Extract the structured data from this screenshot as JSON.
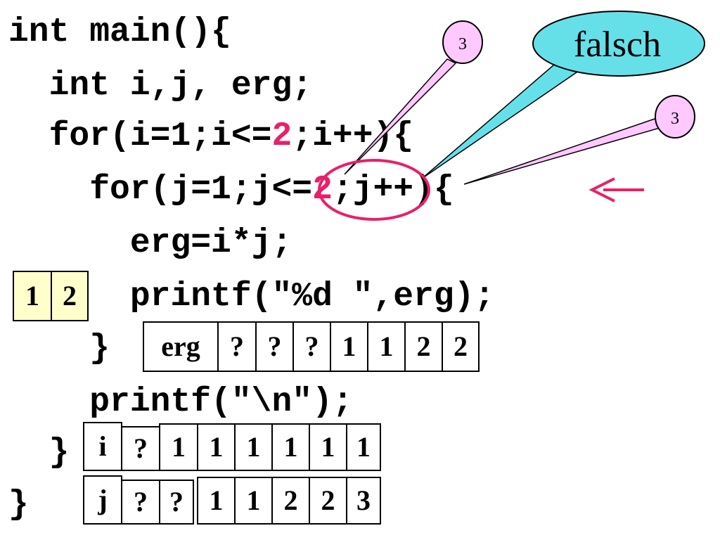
{
  "code_lines": [
    {
      "pre": "int main(){",
      "hl": "",
      "post": ""
    },
    {
      "pre": "  int i,j, erg;",
      "hl": "",
      "post": ""
    },
    {
      "pre": "  for(i=1;i<=",
      "hl": "2",
      "post": ";i++){"
    },
    {
      "pre": "    for(j=1;j<=",
      "hl": "2",
      "post": ";j++){"
    },
    {
      "pre": "      erg=i*j;",
      "hl": "",
      "post": ""
    },
    {
      "pre": "      printf(\"%d \",erg);",
      "hl": "",
      "post": ""
    },
    {
      "pre": "    }",
      "hl": "",
      "post": ""
    },
    {
      "pre": "    printf(\"\\n\");",
      "hl": "",
      "post": ""
    },
    {
      "pre": "  }",
      "hl": "",
      "post": ""
    },
    {
      "pre": "}",
      "hl": "",
      "post": ""
    }
  ],
  "output_cells": [
    "1",
    "2"
  ],
  "erg_table": {
    "label": "erg",
    "values": [
      "?",
      "?",
      "?",
      "1",
      "1",
      "2",
      "2"
    ]
  },
  "i_table": {
    "label": "i",
    "values": [
      "?",
      "1",
      "1",
      "1",
      "1",
      "1",
      "1"
    ]
  },
  "j_table": {
    "label": "j",
    "values": [
      "?",
      "?",
      "1",
      "1",
      "2",
      "2",
      "3"
    ]
  },
  "callouts": {
    "falsch": "falsch",
    "value_top": "3",
    "value_right": "3"
  },
  "colors": {
    "highlight": "#e8206a",
    "falsch_fill": "#66e0e8",
    "value_callout_fill": "#ffc8ff",
    "output_fill": "#ffffcc",
    "arrow": "#e8206a"
  }
}
